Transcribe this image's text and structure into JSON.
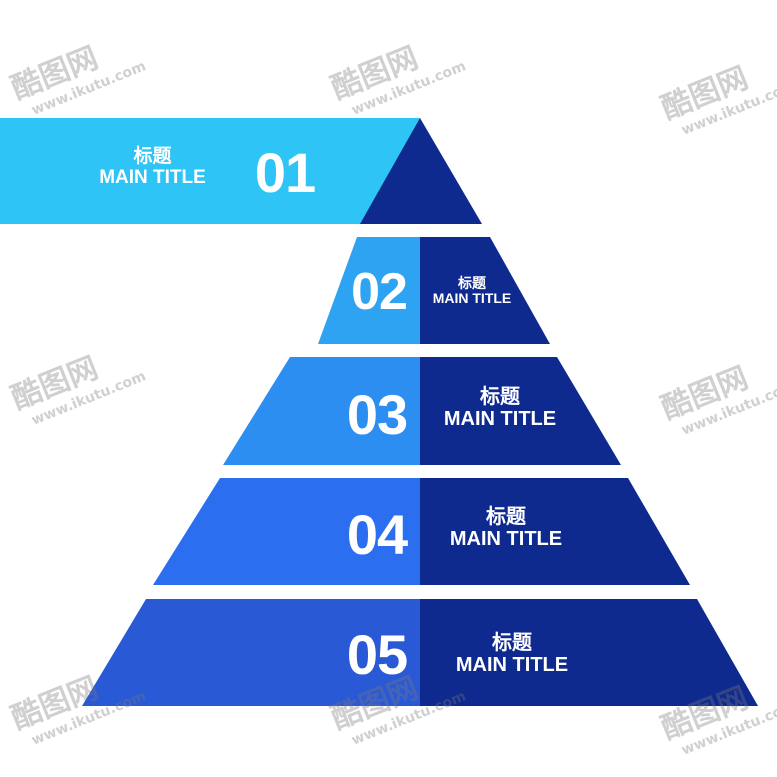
{
  "colors": {
    "banner": "#2ec4f5",
    "dark": "#0f2a8f",
    "tier2_light": "#2ea3f2",
    "tier3_light": "#2c8ef0",
    "tier4_light": "#2b6ff0",
    "tier5_light": "#2a59d6",
    "text": "#ffffff"
  },
  "tiers": [
    {
      "number": "01",
      "title_cn": "标题",
      "title_en": "MAIN TITLE"
    },
    {
      "number": "02",
      "title_cn": "标题",
      "title_en": "MAIN TITLE"
    },
    {
      "number": "03",
      "title_cn": "标题",
      "title_en": "MAIN TITLE"
    },
    {
      "number": "04",
      "title_cn": "标题",
      "title_en": "MAIN TITLE"
    },
    {
      "number": "05",
      "title_cn": "标题",
      "title_en": "MAIN TITLE"
    }
  ],
  "watermark": {
    "brand": "酷图网",
    "url": "www.ikutu.com"
  }
}
